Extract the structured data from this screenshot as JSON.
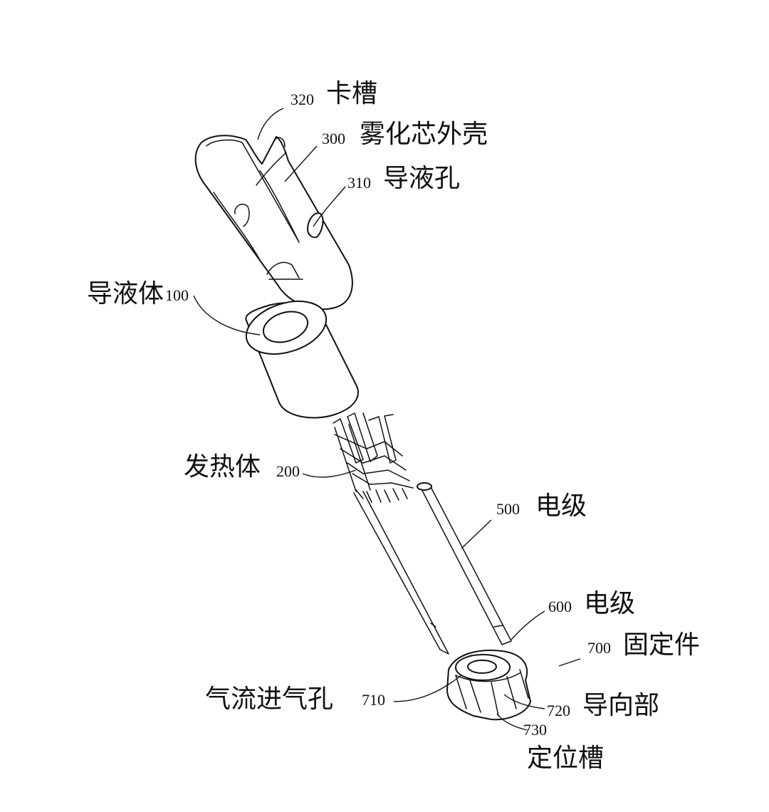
{
  "labels": {
    "l320": {
      "num": "320",
      "text": "卡槽"
    },
    "l300": {
      "num": "300",
      "text": "雾化芯外壳"
    },
    "l310": {
      "num": "310",
      "text": "导液孔"
    },
    "l100": {
      "num": "100",
      "text": "导液体"
    },
    "l200": {
      "num": "200",
      "text": "发热体"
    },
    "l500": {
      "num": "500",
      "text": "电级"
    },
    "l600": {
      "num": "600",
      "text": "电级"
    },
    "l700": {
      "num": "700",
      "text": "固定件"
    },
    "l710": {
      "num": "710",
      "text": "气流进气孔"
    },
    "l720": {
      "num": "720",
      "text": "导向部"
    },
    "l730": {
      "num": "730",
      "text": "定位槽"
    }
  }
}
